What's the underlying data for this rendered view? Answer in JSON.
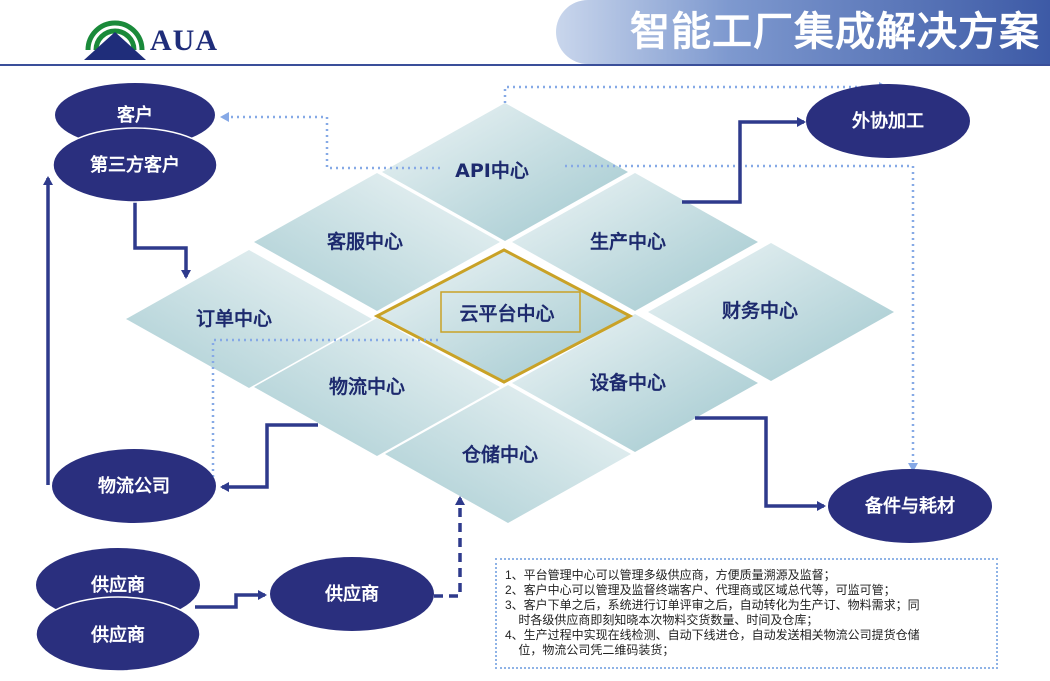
{
  "header": {
    "logo_text": "AUA",
    "title": "智能工厂集成解决方案"
  },
  "diagram": {
    "center": "云平台中心",
    "modules": {
      "api": "API中心",
      "service": "客服中心",
      "production": "生产中心",
      "order": "订单中心",
      "finance": "财务中心",
      "logistics": "物流中心",
      "equipment": "设备中心",
      "warehouse": "仓储中心"
    },
    "external": {
      "customer": "客户",
      "third_party": "第三方客户",
      "outsource": "外协加工",
      "logistics_company": "物流公司",
      "spare_parts": "备件与耗材",
      "supplier_a": "供应商",
      "supplier_b": "供应商",
      "supplier_c": "供应商"
    }
  },
  "notes": [
    "1、平台管理中心可以管理多级供应商，方便质量溯源及监督；",
    "2、客户中心可以管理及监督终端客户、代理商或区域总代等，可监可管；",
    "3、客户下单之后，系统进行订单评审之后，自动转化为生产订、物料需求；同\n    时各级供应商即刻知晓本次物料交货数量、时间及仓库；",
    "4、生产过程中实现在线检测、自动下线进仓，自动发送相关物流公司提货仓储\n    位，物流公司凭二维码装货；"
  ],
  "colors": {
    "node_fill": "#2a2f7e",
    "arrow": "#2e3a8c",
    "dotted": "#86a9e6",
    "center_border": "#c9a227",
    "tile_light": "#eef5f6",
    "tile_dark": "#a9cdd3"
  }
}
